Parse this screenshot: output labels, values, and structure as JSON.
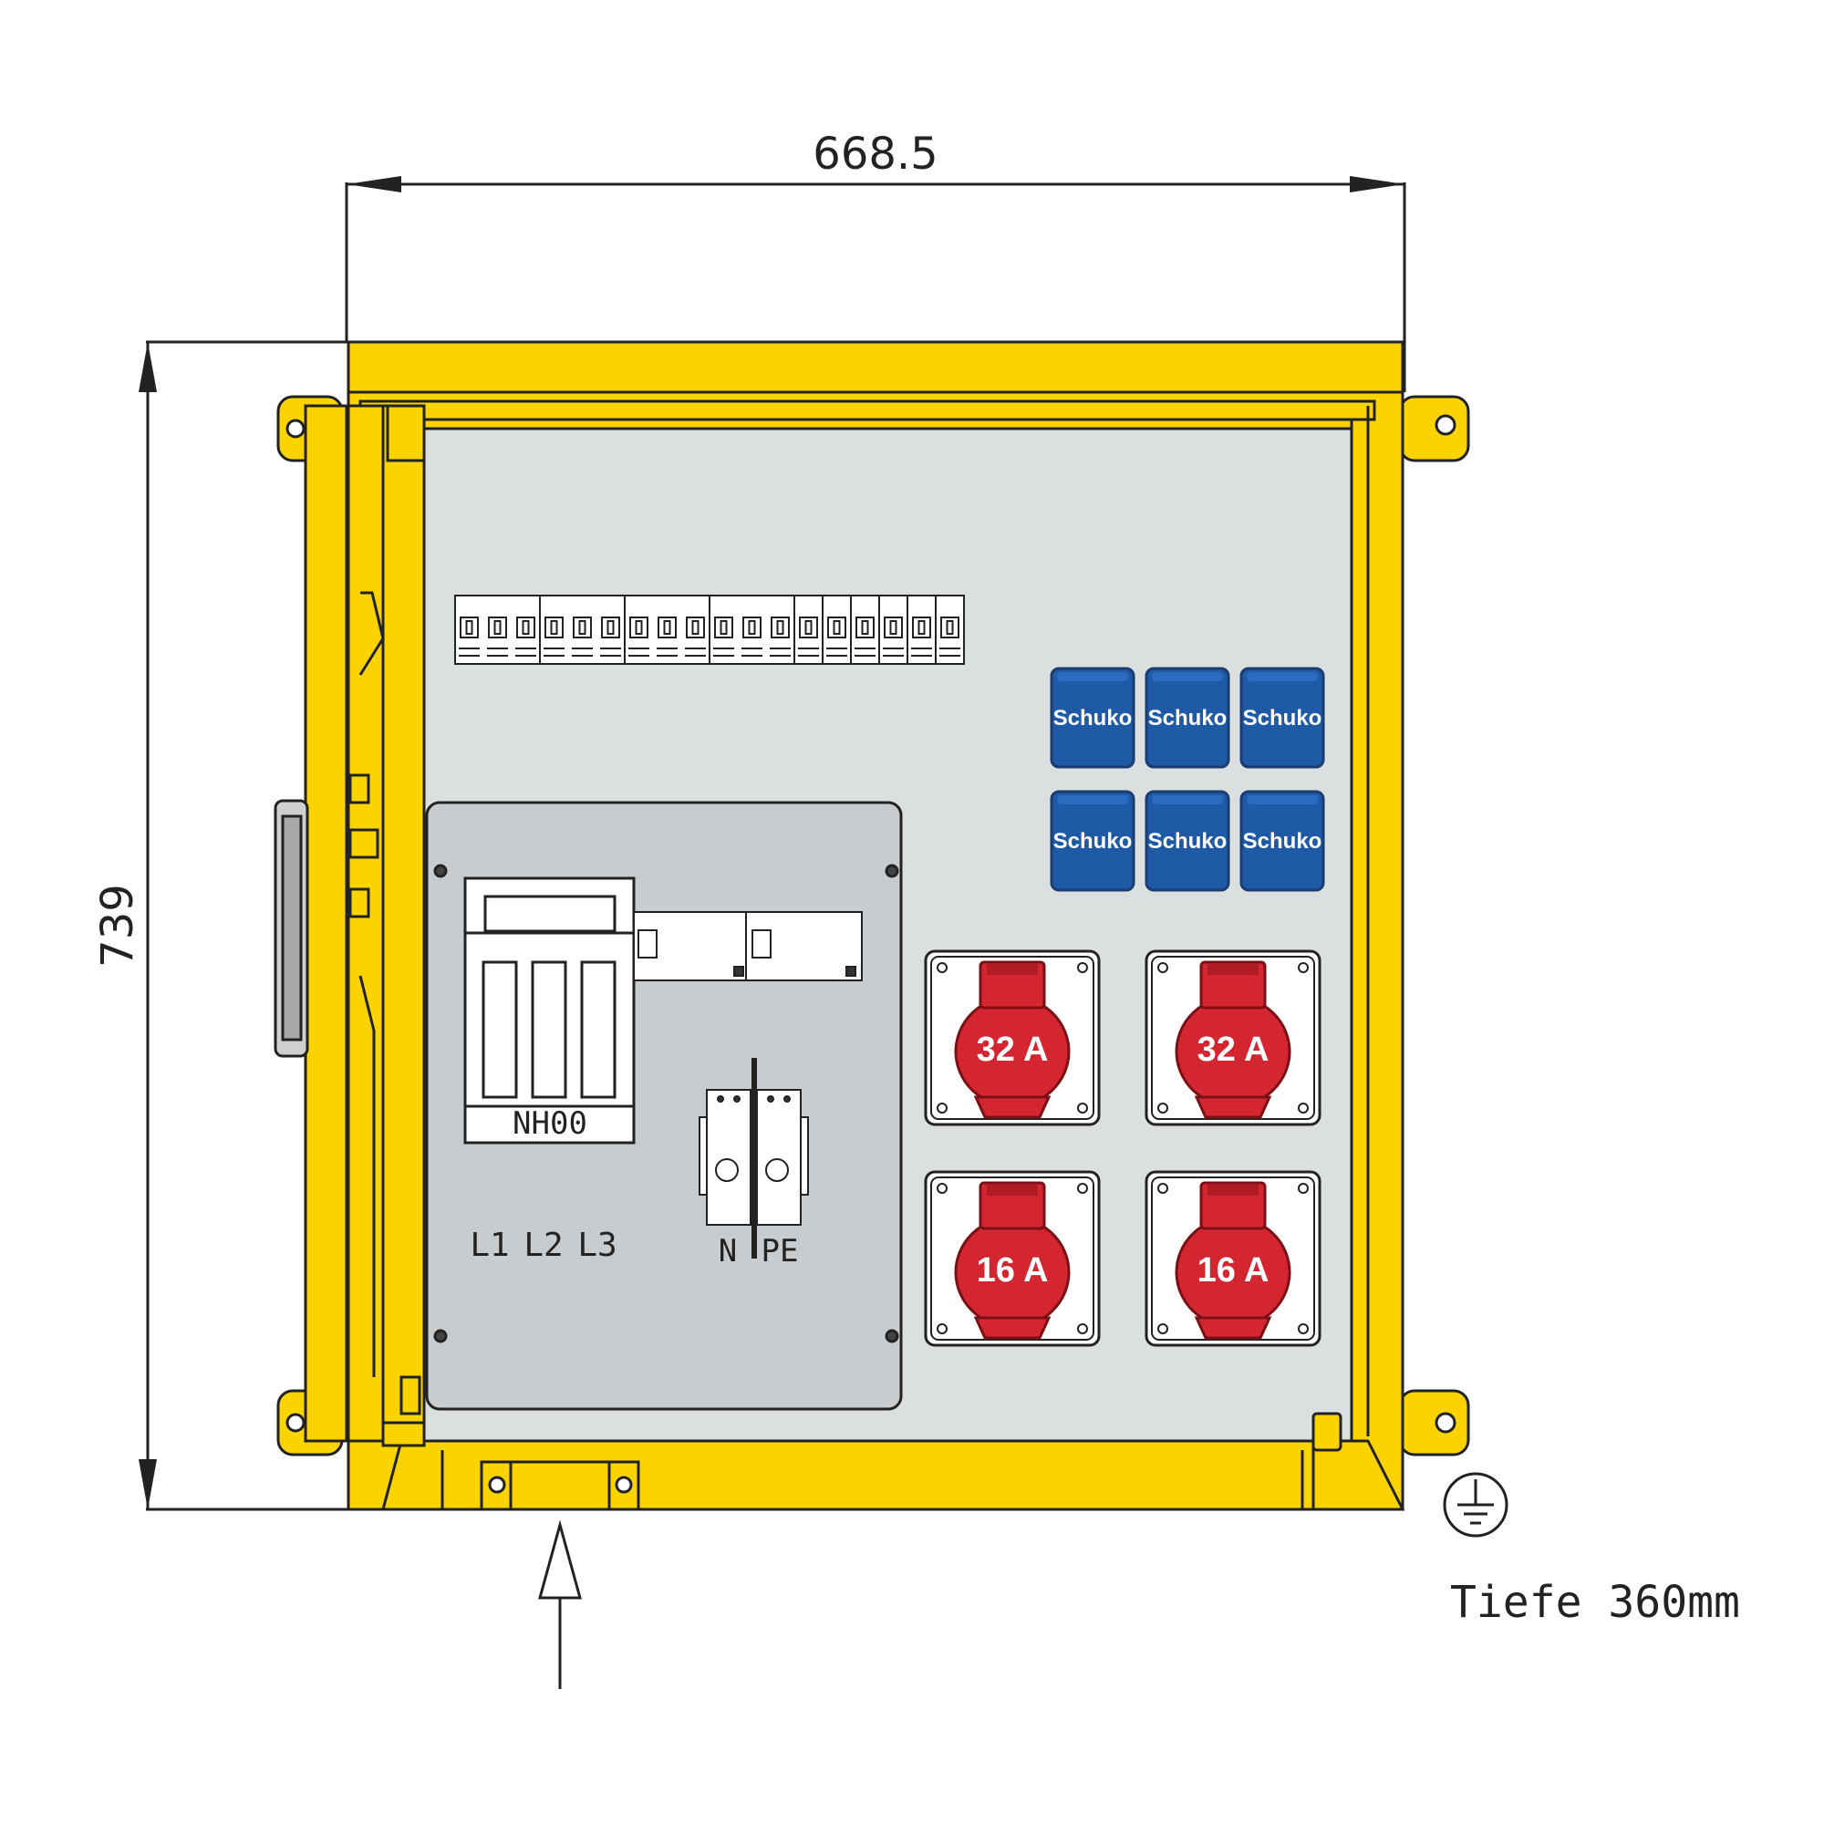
{
  "dimensions": {
    "width_label": "668.5",
    "height_label": "739",
    "depth_label": "Tiefe 360mm"
  },
  "panel": {
    "fuse_label": "NH00",
    "phases": [
      "L1",
      "L2",
      "L3"
    ],
    "neutral_label": "N",
    "earth_label": "PE"
  },
  "sockets": {
    "schuko_label": "Schuko",
    "schuko_count": 6,
    "cee": [
      "32 A",
      "32 A",
      "16 A",
      "16 A"
    ]
  },
  "icons": {
    "ground": "ground-symbol-icon",
    "cable_entry": "cable-entry-arrow-icon"
  },
  "colors": {
    "housing": "#fbd400",
    "panel": "#dcdfe0",
    "cover": "#c9cccf",
    "schuko": "#1f5aa6",
    "cee": "#d42630",
    "outline": "#222222"
  }
}
